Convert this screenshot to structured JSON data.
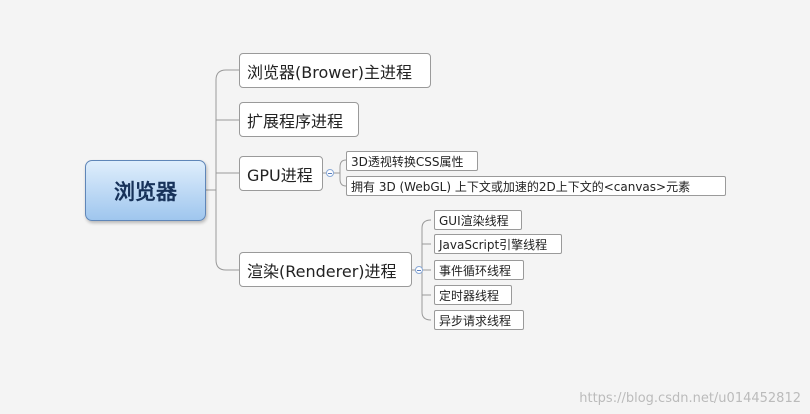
{
  "root": {
    "label": "浏览器"
  },
  "branches": [
    {
      "label": "浏览器(Brower)主进程",
      "children": []
    },
    {
      "label": "扩展程序进程",
      "children": []
    },
    {
      "label": "GPU进程",
      "children": [
        {
          "label": "3D透视转换CSS属性"
        },
        {
          "label": "拥有 3D (WebGL) 上下文或加速的2D上下文的<canvas>元素"
        }
      ]
    },
    {
      "label": "渲染(Renderer)进程",
      "children": [
        {
          "label": "GUI渲染线程"
        },
        {
          "label": "JavaScript引擎线程"
        },
        {
          "label": "事件循环线程"
        },
        {
          "label": "定时器线程"
        },
        {
          "label": "异步请求线程"
        }
      ]
    }
  ],
  "watermark": "https://blog.csdn.net/u014452812",
  "colors": {
    "line": "#9a9a9a",
    "root_border": "#5f86b8",
    "root_gradient_top": "#dfeefc",
    "root_gradient_bottom": "#9fc6ee",
    "background": "#f4f4f4"
  }
}
